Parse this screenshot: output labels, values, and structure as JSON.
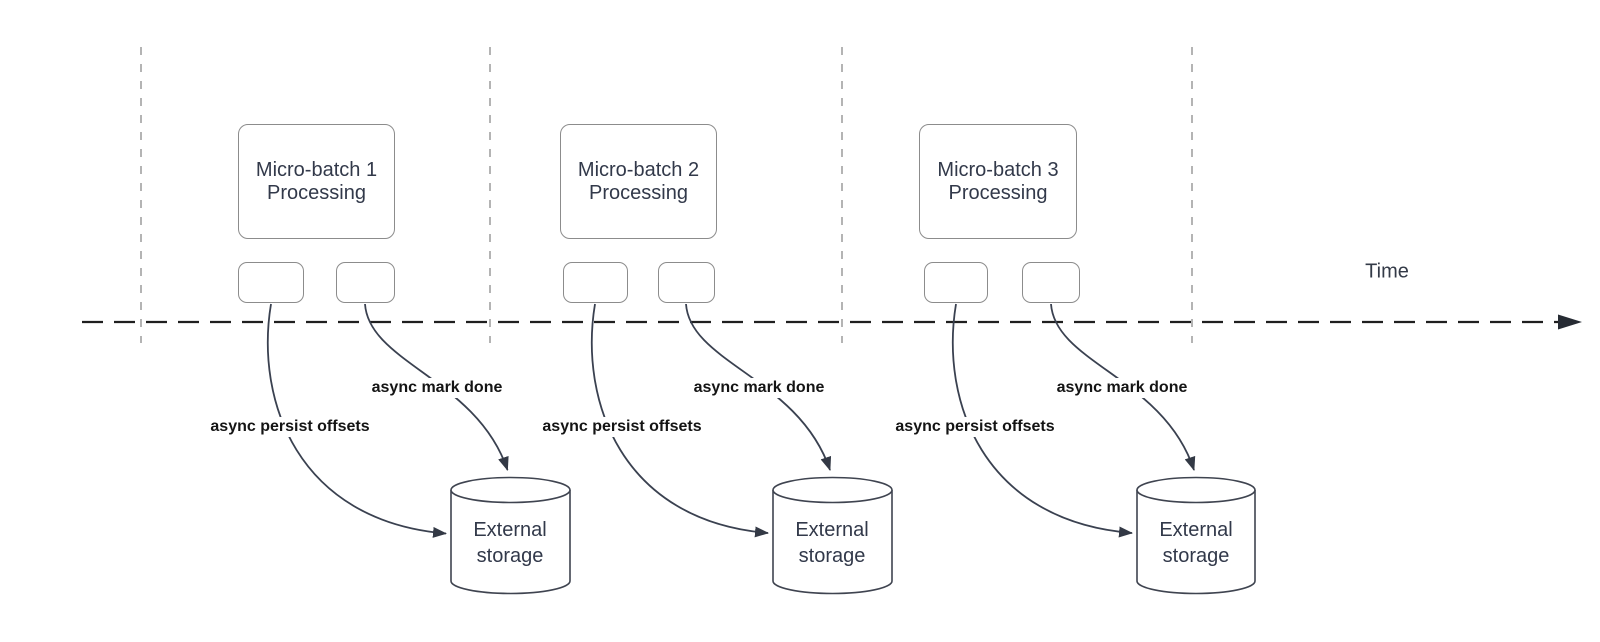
{
  "diagram": {
    "time_label": "Time",
    "groups": [
      {
        "process_label": "Micro-batch 1\nProcessing",
        "persist_label": "async persist offsets",
        "mark_done_label": "async mark done",
        "storage_label": "External\nstorage"
      },
      {
        "process_label": "Micro-batch 2\nProcessing",
        "persist_label": "async persist offsets",
        "mark_done_label": "async mark done",
        "storage_label": "External\nstorage"
      },
      {
        "process_label": "Micro-batch 3\nProcessing",
        "persist_label": "async persist offsets",
        "mark_done_label": "async mark done",
        "storage_label": "External\nstorage"
      }
    ],
    "colors": {
      "background": "#ffffff",
      "shape_border": "#8c8c8c",
      "shape_text": "#32394a",
      "connector": "#3a4150",
      "timeline": "#1f1f1f",
      "guide_line": "#b4b4b4",
      "annotation_text": "#141414"
    }
  }
}
